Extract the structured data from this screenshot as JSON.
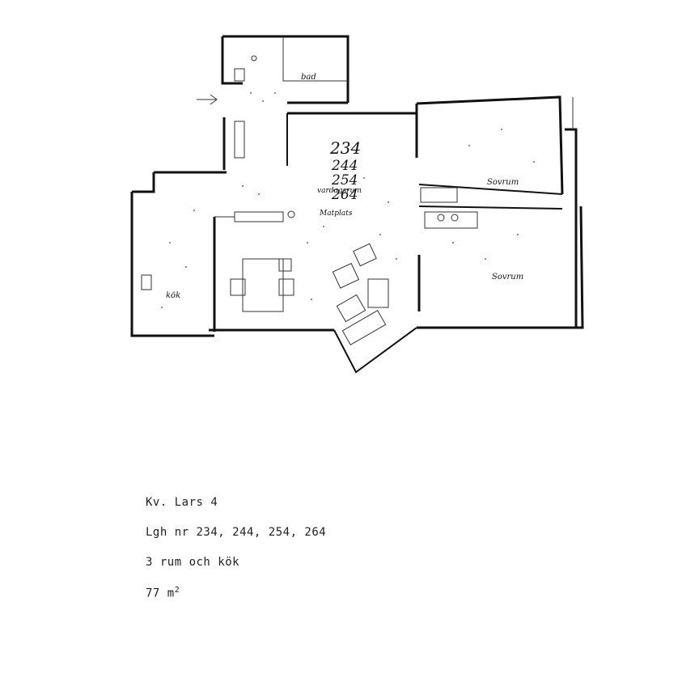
{
  "plan": {
    "unit_numbers": [
      "234",
      "244",
      "254",
      "264"
    ],
    "room_labels": {
      "bad": "bad",
      "sovrum_upper": "Sovrum",
      "sovrum_lower": "Sovrum",
      "kok": "kök",
      "vardagsrum": "vardagsrum",
      "matplats": "Matplats"
    }
  },
  "caption": {
    "line1": "Kv. Lars 4",
    "line2": "Lgh nr 234, 244, 254, 264",
    "line3": "3 rum och kök",
    "area_value": "77 m",
    "area_sup": "2"
  }
}
